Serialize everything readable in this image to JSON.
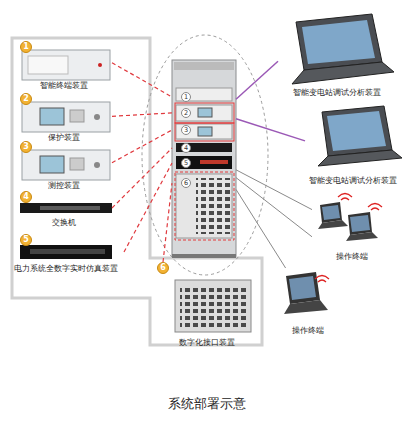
{
  "diagram": {
    "caption": "系统部署示意",
    "nodes": [
      {
        "text": [
          "1",
          "智能终端装置"
        ]
      },
      {
        "text": [
          "2",
          "保护装置"
        ]
      },
      {
        "text": [
          "3",
          "测控装置"
        ]
      },
      {
        "text": [
          "4",
          "交换机"
        ]
      },
      {
        "text": [
          "5",
          "电力系统全数字实时仿真装置"
        ]
      },
      {
        "text": [
          "1",
          "2",
          "3",
          "4",
          "5",
          "6"
        ]
      },
      {
        "text": [
          "智能变电站调试分析装置"
        ]
      },
      {
        "text": [
          "智能变电站调试分析装置"
        ]
      },
      {
        "text": [
          "操作终端"
        ]
      },
      {
        "text": [
          "操作终端"
        ]
      },
      {
        "text": [
          "6",
          "数字化接口装置"
        ]
      }
    ],
    "edges": [
      {
        "from": 0,
        "to": 5,
        "arrow": "none"
      },
      {
        "from": 1,
        "to": 5,
        "arrow": "none"
      },
      {
        "from": 2,
        "to": 5,
        "arrow": "none"
      },
      {
        "from": 3,
        "to": 5,
        "arrow": "none"
      },
      {
        "from": 4,
        "to": 5,
        "arrow": "none"
      },
      {
        "from": 10,
        "to": 5,
        "arrow": "none"
      },
      {
        "from": 5,
        "to": 6,
        "arrow": "none"
      },
      {
        "from": 5,
        "to": 7,
        "arrow": "none"
      },
      {
        "from": 5,
        "to": 8,
        "arrow": "none"
      },
      {
        "from": 5,
        "to": 8,
        "arrow": "none"
      },
      {
        "from": 5,
        "to": 9,
        "arrow": "none"
      }
    ]
  }
}
